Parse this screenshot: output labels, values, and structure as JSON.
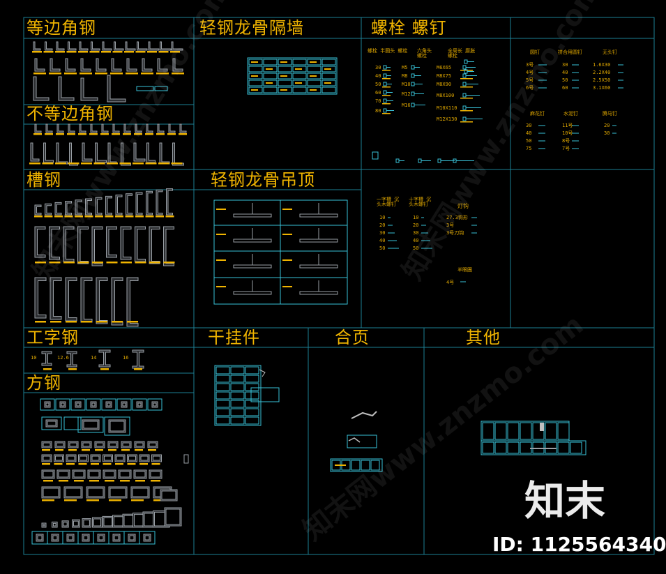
{
  "sections": {
    "equal_angle": "等边角钢",
    "unequal_angle": "不等边角钢",
    "channel": "槽钢",
    "i_beam": "工字钢",
    "square_steel": "方钢",
    "partition": "轻钢龙骨隔墙",
    "ceiling": "轻钢龙骨吊顶",
    "bolts": "螺栓  螺钉",
    "dry_hang": "干挂件",
    "hinge": "合页",
    "other": "其他"
  },
  "i_beam_sizes": [
    "10",
    "12.6",
    "14",
    "16"
  ],
  "bolt_table": {
    "headers": [
      "螺栓 半圆头 螺栓",
      "六角头 螺栓",
      "全周长 膨胀螺栓"
    ],
    "lengths": [
      "30",
      "40",
      "50",
      "60",
      "70",
      "80"
    ],
    "m_sizes": [
      "M5",
      "M8",
      "M10",
      "M12",
      "M16"
    ],
    "expansion": [
      "M6X65",
      "M8X75",
      "M8X90",
      "M8X100",
      "M10X110",
      "M12X130"
    ]
  },
  "nail_table": {
    "headers": [
      "圆钉",
      "拼合用圆钉",
      "无头钉"
    ],
    "round": [
      "3号",
      "4号",
      "5号",
      "6号"
    ],
    "joint": [
      "30",
      "40",
      "50",
      "60"
    ],
    "headless": [
      "1.6X30",
      "2.2X40",
      "2.5X50",
      "3.1X60"
    ]
  },
  "nail_table2": {
    "headers": [
      "麻花钉",
      "水泥钉",
      "腾马钉"
    ],
    "twist": [
      "30",
      "40",
      "50",
      "75"
    ],
    "cement": [
      "11号",
      "10号",
      "8号",
      "7号"
    ],
    "horse": [
      "20",
      "30"
    ]
  },
  "screw_table": {
    "headers": [
      "一字槽 沉头木螺钉",
      "十字槽 沉头木螺钉",
      "灯钩"
    ],
    "slot": [
      "10",
      "20",
      "30",
      "40",
      "50"
    ],
    "cross": [
      "10",
      "20",
      "30",
      "40",
      "50"
    ],
    "hook": [
      "27.3钩形",
      "3号",
      "3号刀钩"
    ],
    "eye_label": "羊眼圈",
    "eye_size": "4号"
  },
  "watermark": {
    "logo": "知末",
    "id": "ID: 1125564340",
    "diag": "知末网www.znzmo.com"
  },
  "colors": {
    "grid": "#1d7f94",
    "label": "#f0b400",
    "part": "#9aa0a6",
    "cyan": "#39c2d8"
  }
}
